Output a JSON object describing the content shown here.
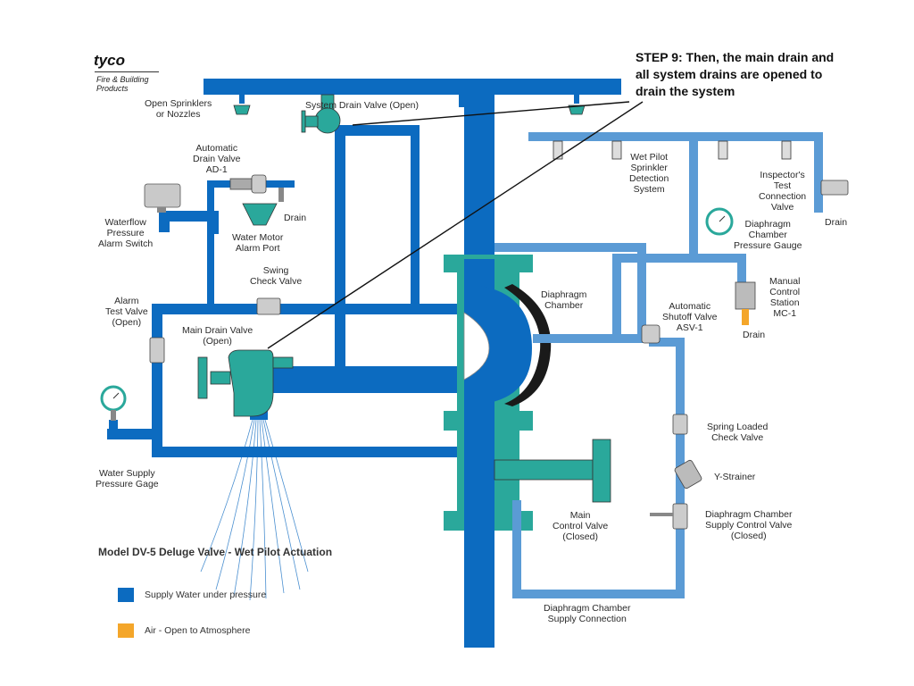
{
  "brand": {
    "name": "tyco",
    "tagline": "Fire & Building\nProducts"
  },
  "step_text": "STEP 9: Then, the main drain and\nall system drains are opened to\ndrain the system",
  "title": "Model DV-5 Deluge Valve - Wet Pilot Actuation",
  "colors": {
    "supply_water": "#0c6bc0",
    "pilot_line": "#5b9bd5",
    "valve_body": "#2aa89b",
    "air": "#f4a62a",
    "piping_dark": "#0a4f8f"
  },
  "labels": {
    "open_sprinklers": "Open Sprinklers\nor Nozzles",
    "system_drain": "System Drain Valve (Open)",
    "auto_drain": "Automatic\nDrain Valve\nAD-1",
    "drain_ad1": "Drain",
    "waterflow_switch": "Waterflow\nPressure\nAlarm Switch",
    "water_motor": "Water Motor\nAlarm Port",
    "swing_check": "Swing\nCheck Valve",
    "alarm_test": "Alarm\nTest Valve\n(Open)",
    "main_drain": "Main Drain Valve\n(Open)",
    "water_supply_gage": "Water Supply\nPressure Gage",
    "wet_pilot": "Wet Pilot\nSprinkler\nDetection\nSystem",
    "inspectors_test": "Inspector's\nTest\nConnection\nValve",
    "drain_inspector": "Drain",
    "diaphragm_gauge": "Diaphragm\nChamber\nPressure Gauge",
    "manual_station": "Manual\nControl\nStation\nMC-1",
    "drain_mc1": "Drain",
    "diaphragm_chamber": "Diaphragm\nChamber",
    "auto_shutoff": "Automatic\nShutoff Valve\nASV-1",
    "spring_check": "Spring Loaded\nCheck Valve",
    "y_strainer": "Y-Strainer",
    "diaphragm_supply_valve": "Diaphragm Chamber\nSupply Control Valve\n(Closed)",
    "main_control_valve": "Main\nControl Valve\n(Closed)",
    "diaphragm_supply_conn": "Diaphragm Chamber\nSupply Connection"
  },
  "legend": [
    {
      "label": "Supply Water under pressure",
      "color": "#0c6bc0"
    },
    {
      "label": "Air - Open to Atmosphere",
      "color": "#f4a62a"
    }
  ]
}
